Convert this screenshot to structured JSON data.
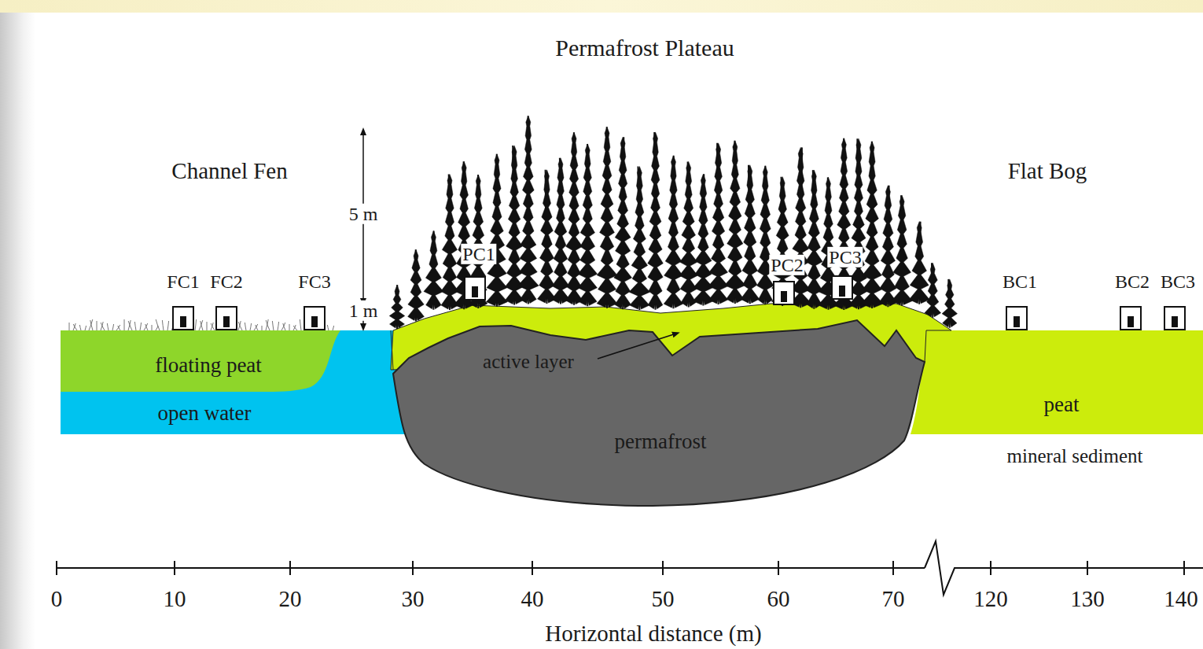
{
  "diagram": {
    "title": "Permafrost Plateau",
    "nodes": [
      {
        "text": [
          "floating peat"
        ]
      },
      {
        "text": [
          "open water"
        ]
      },
      {
        "text": [
          "permafrost"
        ]
      },
      {
        "text": [
          "peat"
        ]
      }
    ],
    "labels": [
      "Channel Fen",
      "Flat Bog",
      "5 m",
      "1 m",
      "FC1",
      "FC2",
      "FC3",
      "PC1",
      "PC2",
      "PC3",
      "BC1",
      "BC2",
      "BC3",
      "active layer",
      "mineral sediment",
      "0",
      "10",
      "20",
      "30",
      "40",
      "50",
      "60",
      "70",
      "120",
      "130",
      "140",
      "Horizontal distance (m)"
    ]
  }
}
